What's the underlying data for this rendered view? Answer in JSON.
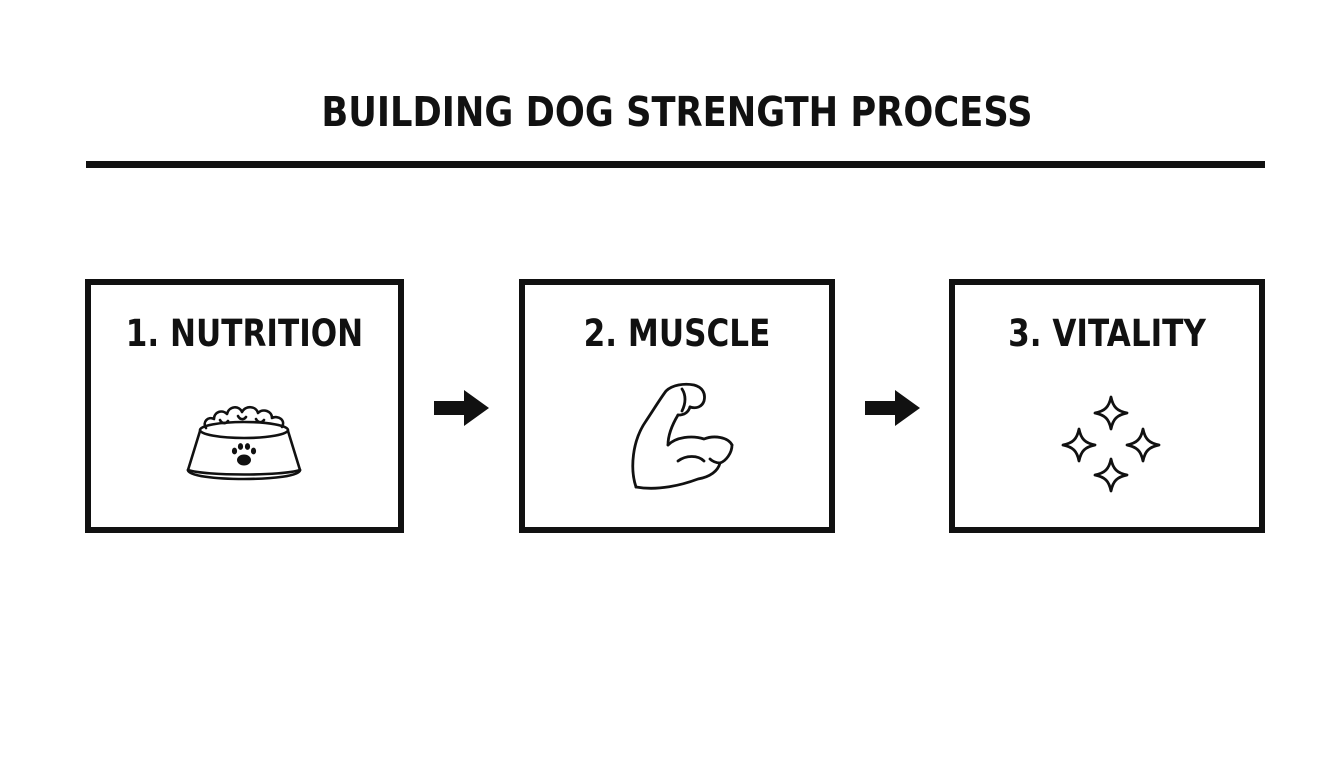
{
  "title": "BUILDING DOG STRENGTH PROCESS",
  "steps": [
    {
      "label": "1. NUTRITION",
      "icon": "dog-food-bowl-icon"
    },
    {
      "label": "2. MUSCLE",
      "icon": "flexed-bicep-icon"
    },
    {
      "label": "3. VITALITY",
      "icon": "sparkles-icon"
    }
  ],
  "colors": {
    "ink": "#111111",
    "background": "#ffffff"
  }
}
